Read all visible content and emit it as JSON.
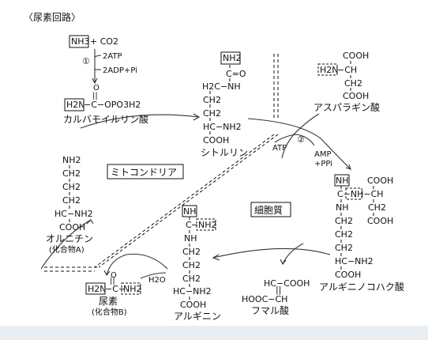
{
  "title": "〈尿素回路〉",
  "step1": {
    "num": "①",
    "in1": "NH3",
    "in2": "+ CO2",
    "atp": "2ATP",
    "adp": "2ADP+Pi"
  },
  "carbamoyl": {
    "o": "O",
    "eq": "||",
    "h2n": "H2N",
    "rest": "−C−OPO3H2",
    "name": "カルバモイルリン酸"
  },
  "citrulline": {
    "nh2": "NH2",
    "co": "C=O",
    "h2c_nh": "H2C−NH",
    "ch2a": "CH2",
    "ch2b": "CH2",
    "hc_nh2": "HC−NH2",
    "cooh": "COOH",
    "name": "シトルリン"
  },
  "aspartate": {
    "cooh1": "COOH",
    "h2n": "H2N",
    "ch": "−CH",
    "ch2": "CH2",
    "cooh2": "COOH",
    "name": "アスパラギン酸"
  },
  "step2": {
    "num": "②",
    "atp": "ATP",
    "amp": "AMP",
    "ppi": "+PPi"
  },
  "argsucc": {
    "nh": "NH",
    "cnh": "C−NH−CH",
    "cooh1": "COOH",
    "nh2": "NH",
    "ch2a": "CH2",
    "ch2b": "CH2",
    "ch2c": "CH2",
    "ch2r": "CH2",
    "cooh2": "COOH",
    "hc_nh2": "HC−NH2",
    "cooh3": "COOH",
    "name": "アルギニノコハク酸"
  },
  "fumarate": {
    "line1": "HC−COOH",
    "line2": "HOOC−CH",
    "name": "フマル酸"
  },
  "arginine": {
    "nh": "NH",
    "c": "C",
    "nh2": "NH2",
    "nh_link": "NH",
    "ch2a": "CH2",
    "ch2b": "CH2",
    "ch2c": "CH2",
    "hc_nh2": "HC−NH2",
    "cooh": "COOH",
    "name": "アルギニン"
  },
  "urea": {
    "o": "O",
    "h2n": "H2N",
    "c": "−C−",
    "nh2": "NH2",
    "name": "尿素",
    "sub": "(化合物B)",
    "water": "H2O"
  },
  "ornithine": {
    "nh2": "NH2",
    "ch2a": "CH2",
    "ch2b": "CH2",
    "ch2c": "CH2",
    "hc_nh2": "HC−NH2",
    "cooh": "COOH",
    "name": "オルニチン",
    "sub": "(化合物A)"
  },
  "regions": {
    "mito": "ミトコンドリア",
    "cyto": "細胞質"
  }
}
